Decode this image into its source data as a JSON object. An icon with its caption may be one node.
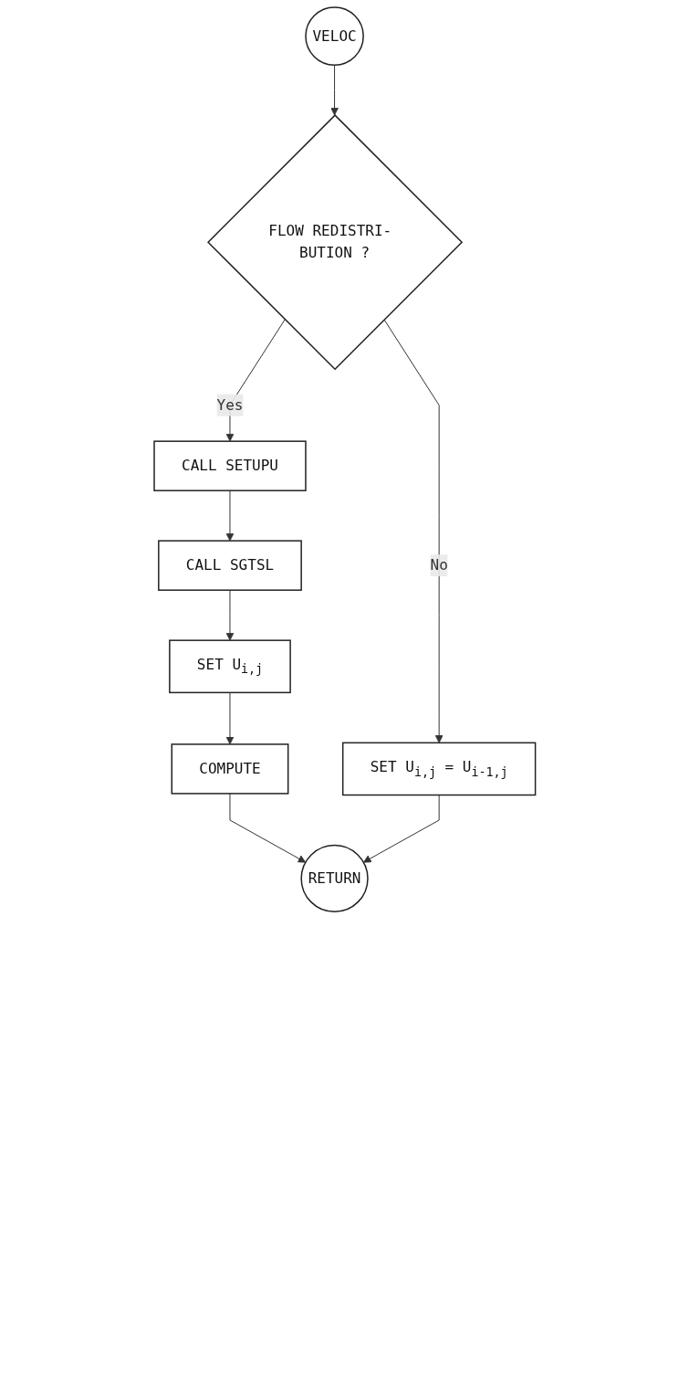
{
  "diagram": {
    "nodes": [
      {
        "text": [
          "VELOC"
        ]
      },
      {
        "text": [
          "FLOW REDISTRI- BUTION ?"
        ]
      },
      {
        "text": [
          "SET U$_{i,j}$ = U$_{i-1,j}$"
        ]
      },
      {
        "text": [
          "CALL SETUPU"
        ]
      },
      {
        "text": [
          "CALL SGTSL"
        ]
      },
      {
        "text": [
          "SET U$_{i,j}$"
        ]
      },
      {
        "text": [
          "COMPUTE"
        ]
      },
      {
        "text": [
          "RETURN"
        ]
      }
    ],
    "edges": [
      {
        "from": 0,
        "to": 1,
        "arrow": "to"
      },
      {
        "from": 1,
        "to": 2,
        "label": "No",
        "arrow": "to"
      },
      {
        "from": 1,
        "to": 3,
        "label": "Yes",
        "arrow": "to"
      },
      {
        "from": 3,
        "to": 4,
        "arrow": "to"
      },
      {
        "from": 4,
        "to": 5,
        "arrow": "to"
      },
      {
        "from": 5,
        "to": 6,
        "arrow": "to"
      },
      {
        "from": 6,
        "to": 7,
        "arrow": "to"
      },
      {
        "from": 2,
        "to": 7,
        "arrow": "to"
      }
    ]
  }
}
